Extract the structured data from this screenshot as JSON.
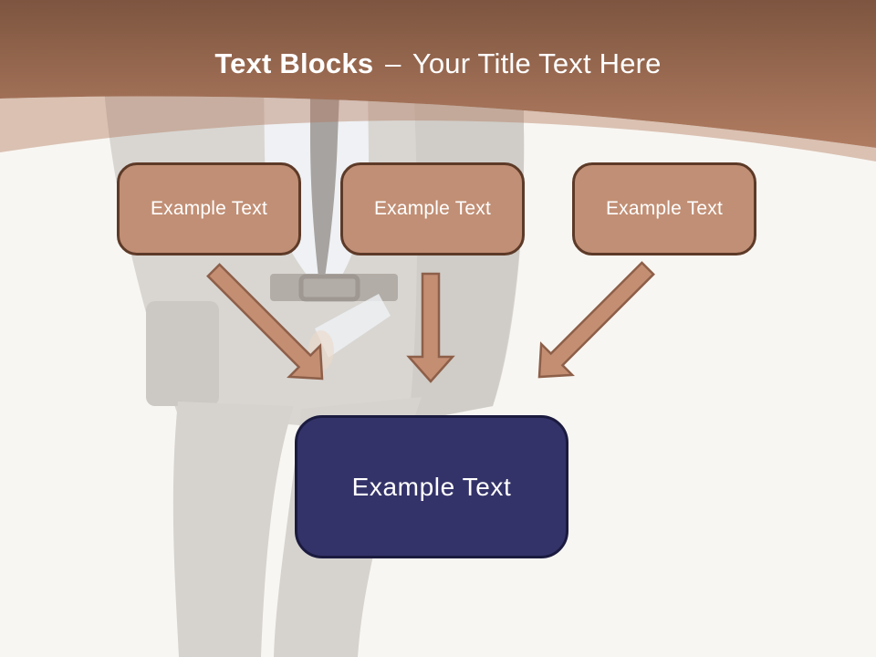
{
  "slide": {
    "title": {
      "emphasis": "Text Blocks",
      "separator": "–",
      "rest": "Your Title Text Here"
    },
    "source_blocks": [
      {
        "label": "Example Text"
      },
      {
        "label": "Example Text"
      },
      {
        "label": "Example Text"
      }
    ],
    "target_block": {
      "label": "Example Text"
    },
    "arrows": [
      {
        "icon": "arrow-down-right-icon"
      },
      {
        "icon": "arrow-down-icon"
      },
      {
        "icon": "arrow-down-left-icon"
      }
    ],
    "colors": {
      "header_gradient_top": "#7d5540",
      "header_gradient_bottom": "#b07c61",
      "accent_band": "#dcc3b3",
      "source_block_fill": "#c18f75",
      "source_block_border": "#5d3a28",
      "target_block_fill": "#343369",
      "target_block_border": "#1b1b40",
      "arrow_fill": "#c48e72",
      "arrow_outline": "#8d5f49",
      "title_text": "#ffffff",
      "background": "#f8f6f2"
    }
  }
}
